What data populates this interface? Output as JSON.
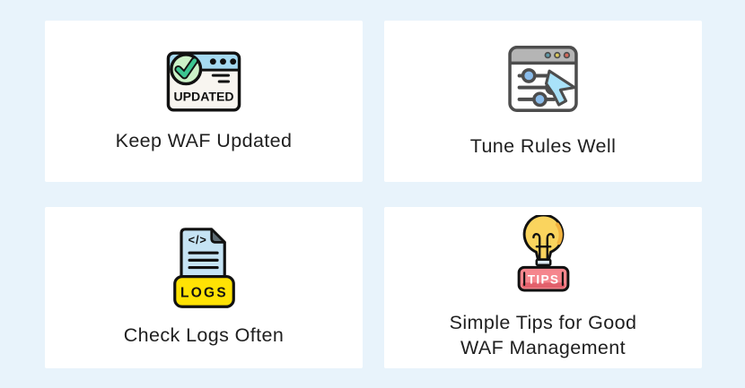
{
  "page": {
    "background": "#e8f3fb",
    "card_background": "#ffffff",
    "label_color": "#1f1f1f"
  },
  "cards": [
    {
      "label_lines": [
        "Keep WAF Updated"
      ],
      "icon": {
        "name": "browser-updated-check-icon",
        "badge_text": "UPDATED",
        "colors": {
          "header": "#a5daf1",
          "body": "#f8f5f0",
          "outline": "#111111",
          "check_circle": "#ccf2c8",
          "check_mark": "#3cc690"
        }
      }
    },
    {
      "label_lines": [
        "Tune Rules Well"
      ],
      "icon": {
        "name": "browser-sliders-cursor-icon",
        "colors": {
          "header": "#b5b5b5",
          "body": "#ffffff",
          "outline": "#4d4d4d",
          "slider_handle": "#8abcea",
          "cursor": "#a9e2f9",
          "dot_teal": "#5d98a8",
          "dot_yellow": "#ddc95d",
          "dot_red": "#d4695a"
        }
      }
    },
    {
      "label_lines": [
        "Check Logs Often"
      ],
      "icon": {
        "name": "code-document-logs-icon",
        "code_text": "</>",
        "badge_text": "LOGS",
        "colors": {
          "paper": "#c5e3f4",
          "fold": "#5d6b73",
          "badge": "#ffe204",
          "outline": "#111111"
        }
      }
    },
    {
      "label_lines": [
        "Simple Tips for Good",
        "WAF Management"
      ],
      "icon": {
        "name": "lightbulb-tips-icon",
        "badge_text": "TIPS",
        "colors": {
          "bulb": "#fad45e",
          "bulb_shade": "#f2b33d",
          "base": "#dce9f3",
          "badge": "#f5868d",
          "badge_shade": "#e2606b",
          "badge_text_color": "#ffffff",
          "outline": "#111111"
        }
      }
    }
  ]
}
